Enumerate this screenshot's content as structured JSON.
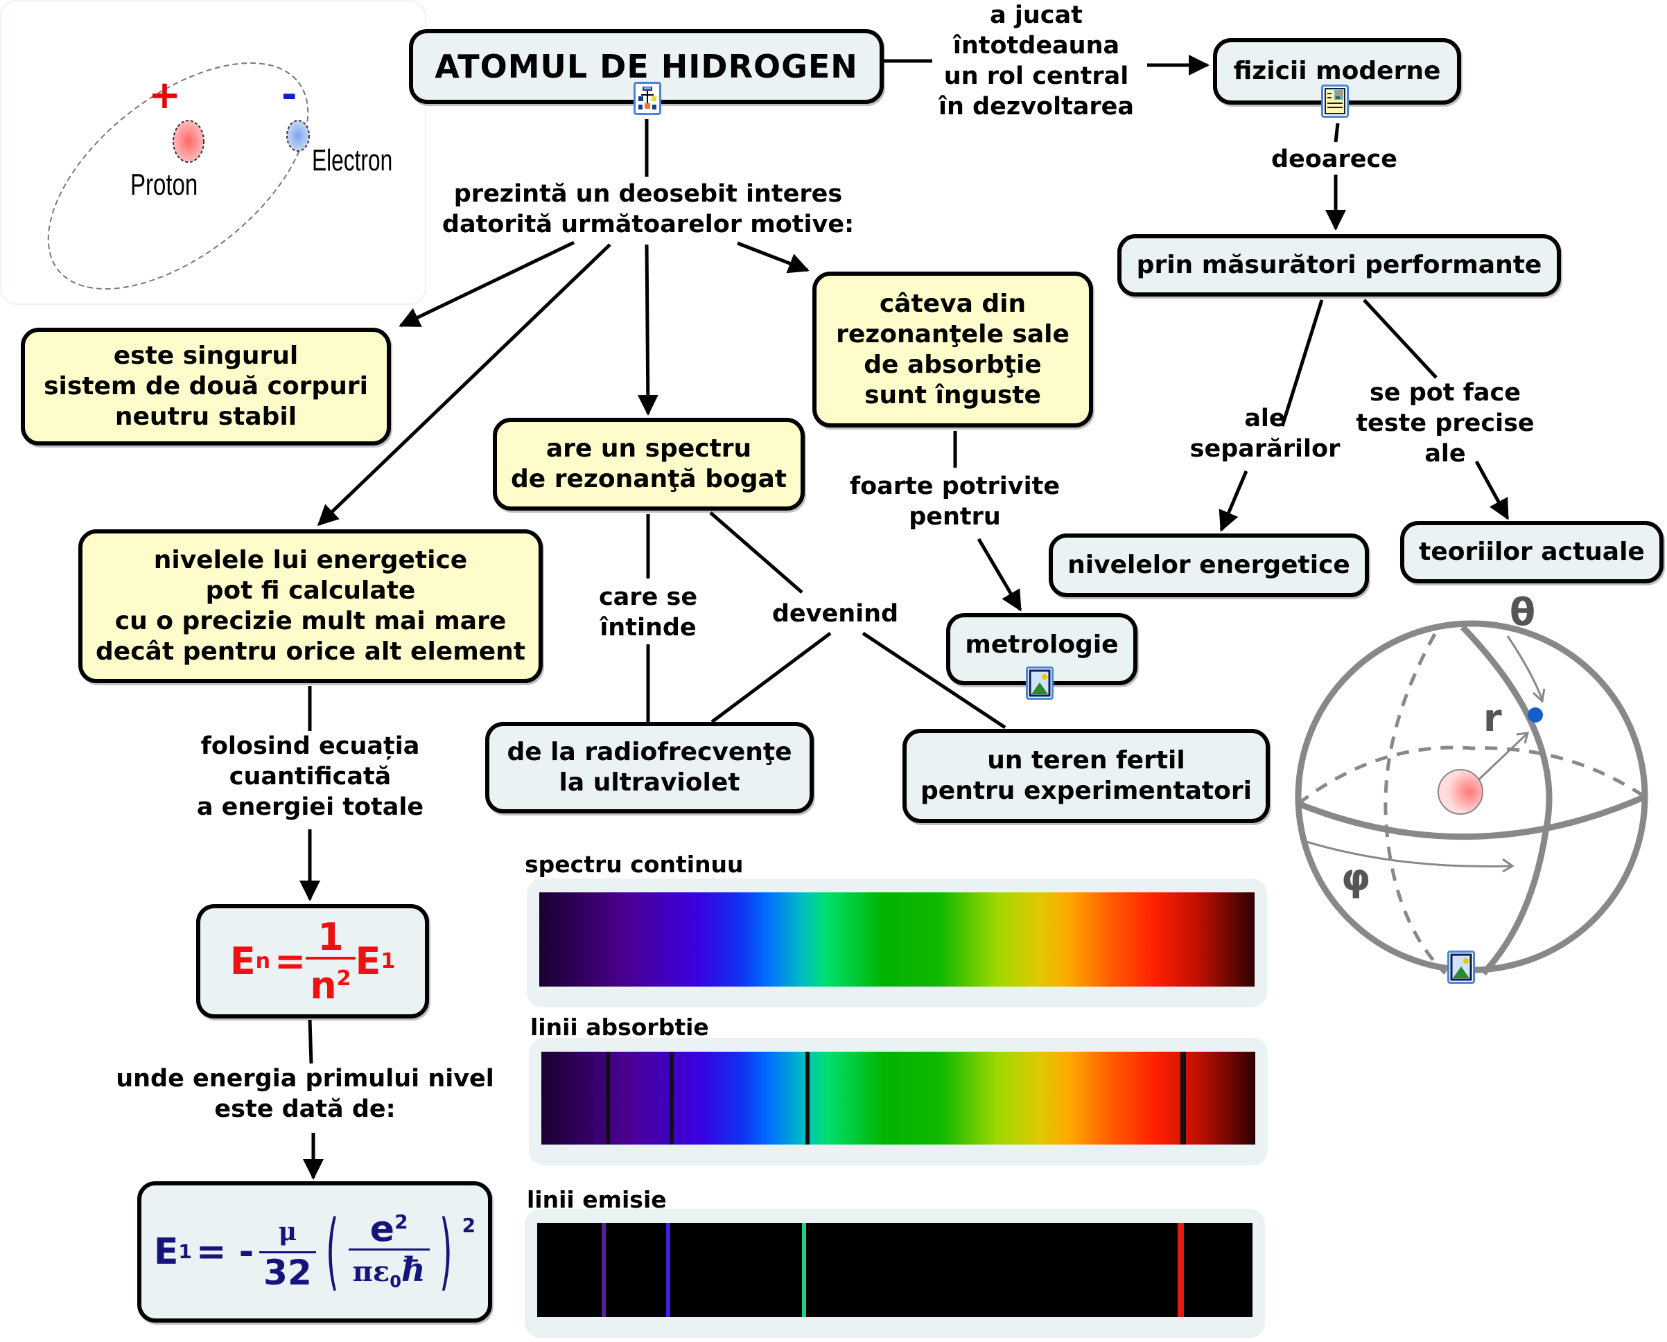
{
  "concept_map": {
    "title": "ATOMUL DE HIDROGEN",
    "nodes": {
      "fizicii_moderne": "fizicii moderne",
      "prin_masuratori": "prin măsurători performante",
      "nivelelor_energetice": "nivelelor energetice",
      "teoriilor_actuale": "teoriilor actuale",
      "este_singurul": "este singurul\nsistem de două corpuri\nneutru stabil",
      "cateva_din": "câteva din\nrezonanţele sale\nde absorbţie\nsunt înguste",
      "are_spectru": "are un spectru\nde rezonanţă bogat",
      "nivelele_lui": "nivelele lui energetice\npot fi calculate\ncu o precizie mult mai mare\ndecât pentru orice alt element",
      "metrologie": "metrologie",
      "radiofrecvente": "de la radiofrecvenţe\nla ultraviolet",
      "teren_fertil": "un teren fertil\npentru experimentatori"
    },
    "links": {
      "a_jucat": "a jucat\nîntotdeauna\nun rol central\nîn dezvoltarea",
      "deoarece": "deoarece",
      "ale_separarilor": "ale\nseparărilor",
      "se_pot_face": "se pot face\nteste precise\nale",
      "prezinta": "prezintă un deosebit interes\ndatorită următoarelor motive:",
      "foarte_potrivite": "foarte potrivite\npentru",
      "care_se_intinde": "care se\nîntinde",
      "devenind": "devenind",
      "folosind": "folosind ecuația\ncuantificată\na energiei totale",
      "unde_energia": "unde energia primului nivel\neste dată de:"
    },
    "formulas": {
      "en": {
        "lhs": "E",
        "lhs_sub": "n",
        "eq": "=",
        "num": "1",
        "den": "n",
        "den_sup": "2",
        "rhs": "E",
        "rhs_sub": "1",
        "color": "#ee1111"
      },
      "e1": {
        "lhs": "E",
        "lhs_sub": "1",
        "eq": "= -",
        "num": "μ",
        "den": "32",
        "inner_num": "e",
        "inner_num_sup": "2",
        "inner_den_pi": "π",
        "inner_den_eps": "ε",
        "inner_den_eps_sub": "0",
        "inner_den_hbar": "ħ",
        "outer_sup": "2",
        "color": "#14147a"
      }
    }
  },
  "atom_image": {
    "plus": "+",
    "minus": "-",
    "proton_label": "Proton",
    "electron_label": "Electron"
  },
  "sphere_image": {
    "theta": "θ",
    "r": "r",
    "phi": "φ"
  },
  "spectra": {
    "continuous_label": "spectru continuu",
    "absorption_label": "linii absorbtie",
    "emission_label": "linii emisie",
    "lines": [
      {
        "position": 0.09,
        "color": "#5a1fa0"
      },
      {
        "position": 0.18,
        "color": "#3a22e0"
      },
      {
        "position": 0.37,
        "color": "#20d080"
      },
      {
        "position": 0.895,
        "color": "#e81a10"
      }
    ]
  },
  "icons": {
    "title_icon": "concept-map-icon",
    "fizicii_icon": "document-image-icon",
    "metrologie_icon": "image-icon",
    "sphere_icon": "image-icon"
  }
}
